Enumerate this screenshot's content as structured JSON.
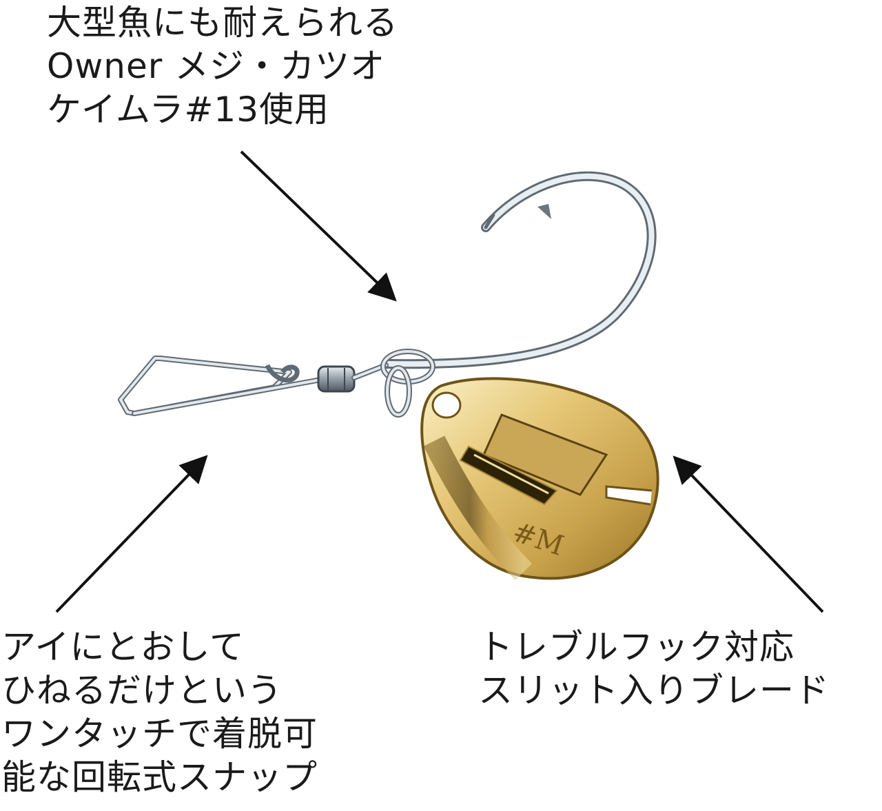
{
  "callouts": {
    "hook": {
      "lines": [
        "大型魚にも耐えられる",
        "Owner メジ・カツオ",
        "ケイムラ#13使用"
      ]
    },
    "snap": {
      "lines": [
        "アイにとおして",
        "ひねるだけという",
        "ワンタッチで着脱可",
        "能な回転式スナップ"
      ]
    },
    "blade": {
      "lines": [
        "トレブルフック対応",
        "スリット入りブレード"
      ]
    }
  },
  "blade_marking": "#M",
  "colors": {
    "text": "#1a1a1a",
    "arrow": "#111111",
    "wire": "#9aa4ad",
    "wire_dark": "#5f6a73",
    "gold_light": "#f4e3a8",
    "gold_mid": "#d4b25f",
    "gold_dark": "#8a6a22"
  },
  "icons": {
    "hook": "fishing-hook-icon",
    "snap": "rotating-snap-icon",
    "swivel": "swivel-barrel-icon",
    "blade": "spinner-blade-icon"
  }
}
